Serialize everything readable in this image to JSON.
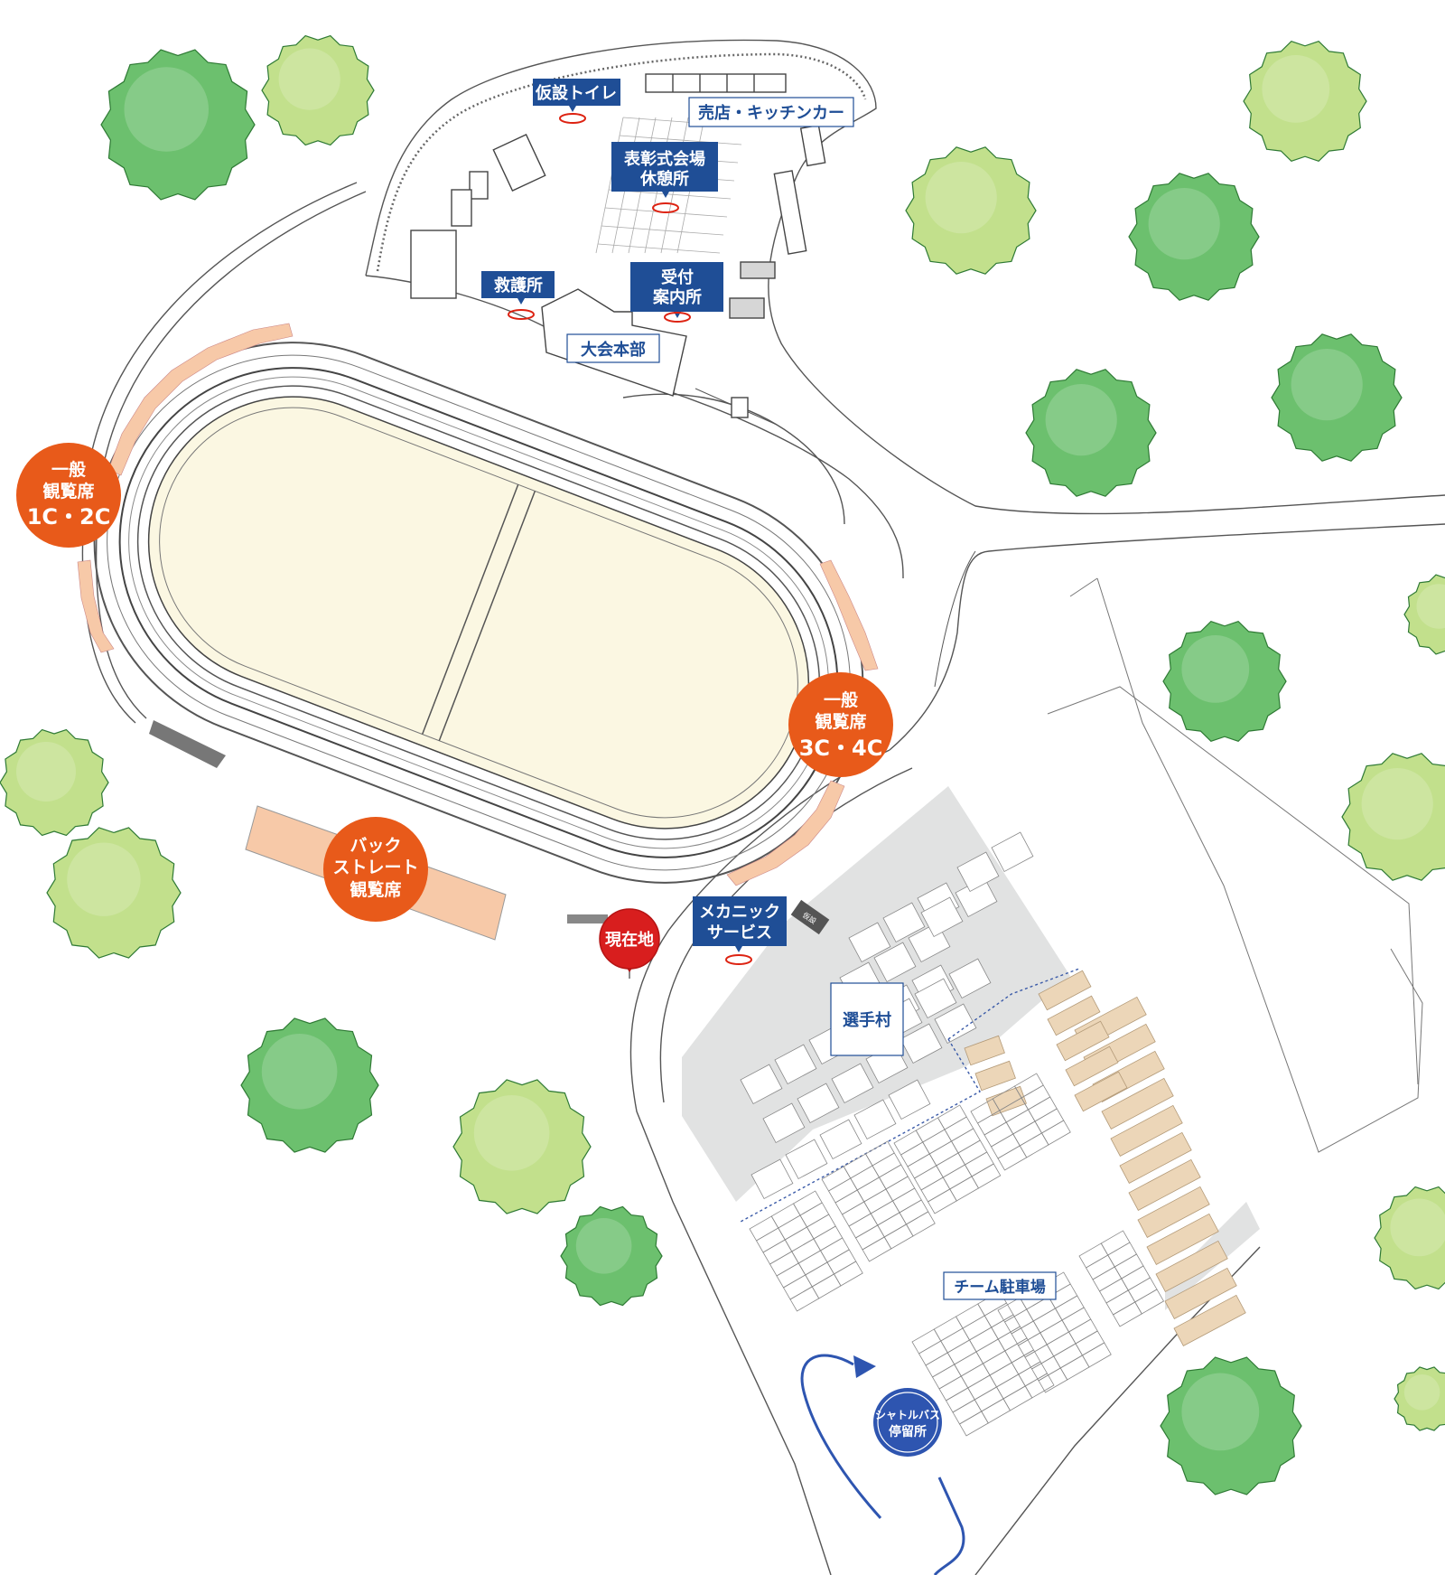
{
  "labels": {
    "toilet": "仮設トイレ",
    "shop": "売店・キッチンカー",
    "award_line1": "表彰式会場",
    "award_line2": "休憩所",
    "first_aid": "救護所",
    "reception_line1": "受付",
    "reception_line2": "案内所",
    "hq": "大会本部",
    "mechanic_line1": "メカニック",
    "mechanic_line2": "サービス",
    "village": "選手村",
    "team_parking": "チーム駐車場",
    "shuttle_line1": "シャトルバス",
    "shuttle_line2": "停留所",
    "current_location": "現在地",
    "storage_tag": "仮設"
  },
  "seating": {
    "west_line1": "一般",
    "west_line2": "観覧席",
    "west_line3": "1C・2C",
    "east_line1": "一般",
    "east_line2": "観覧席",
    "east_line3": "3C・4C",
    "back_line1": "バック",
    "back_line2": "ストレート",
    "back_line3": "観覧席"
  },
  "colors": {
    "label_navy": "#1f4e96",
    "seat_orange": "#e85a1a",
    "seat_fill": "#f7c9a8",
    "field": "#fbf7e2",
    "tree_dark": "#6cc06e",
    "tree_light": "#c2e08c",
    "gray_area": "#e1e2e2",
    "tan_stalls": "#ecd6b8",
    "pin_red": "#d81e1e"
  }
}
